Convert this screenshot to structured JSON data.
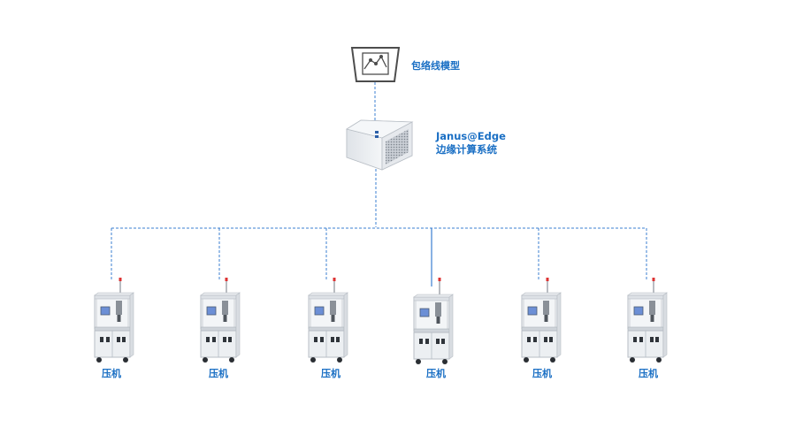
{
  "nodes": {
    "envelope_model": {
      "label": "包络线模型",
      "icon": "envelope-chart-icon"
    },
    "edge_system": {
      "label_line1": "Janus@Edge",
      "label_line2": "边缘计算系统",
      "icon": "server-box-icon"
    },
    "presses": [
      {
        "label": "压机"
      },
      {
        "label": "压机"
      },
      {
        "label": "压机"
      },
      {
        "label": "压机"
      },
      {
        "label": "压机"
      },
      {
        "label": "压机"
      }
    ]
  },
  "colors": {
    "accent": "#1a6fc4",
    "connector": "#3b7fd0"
  }
}
